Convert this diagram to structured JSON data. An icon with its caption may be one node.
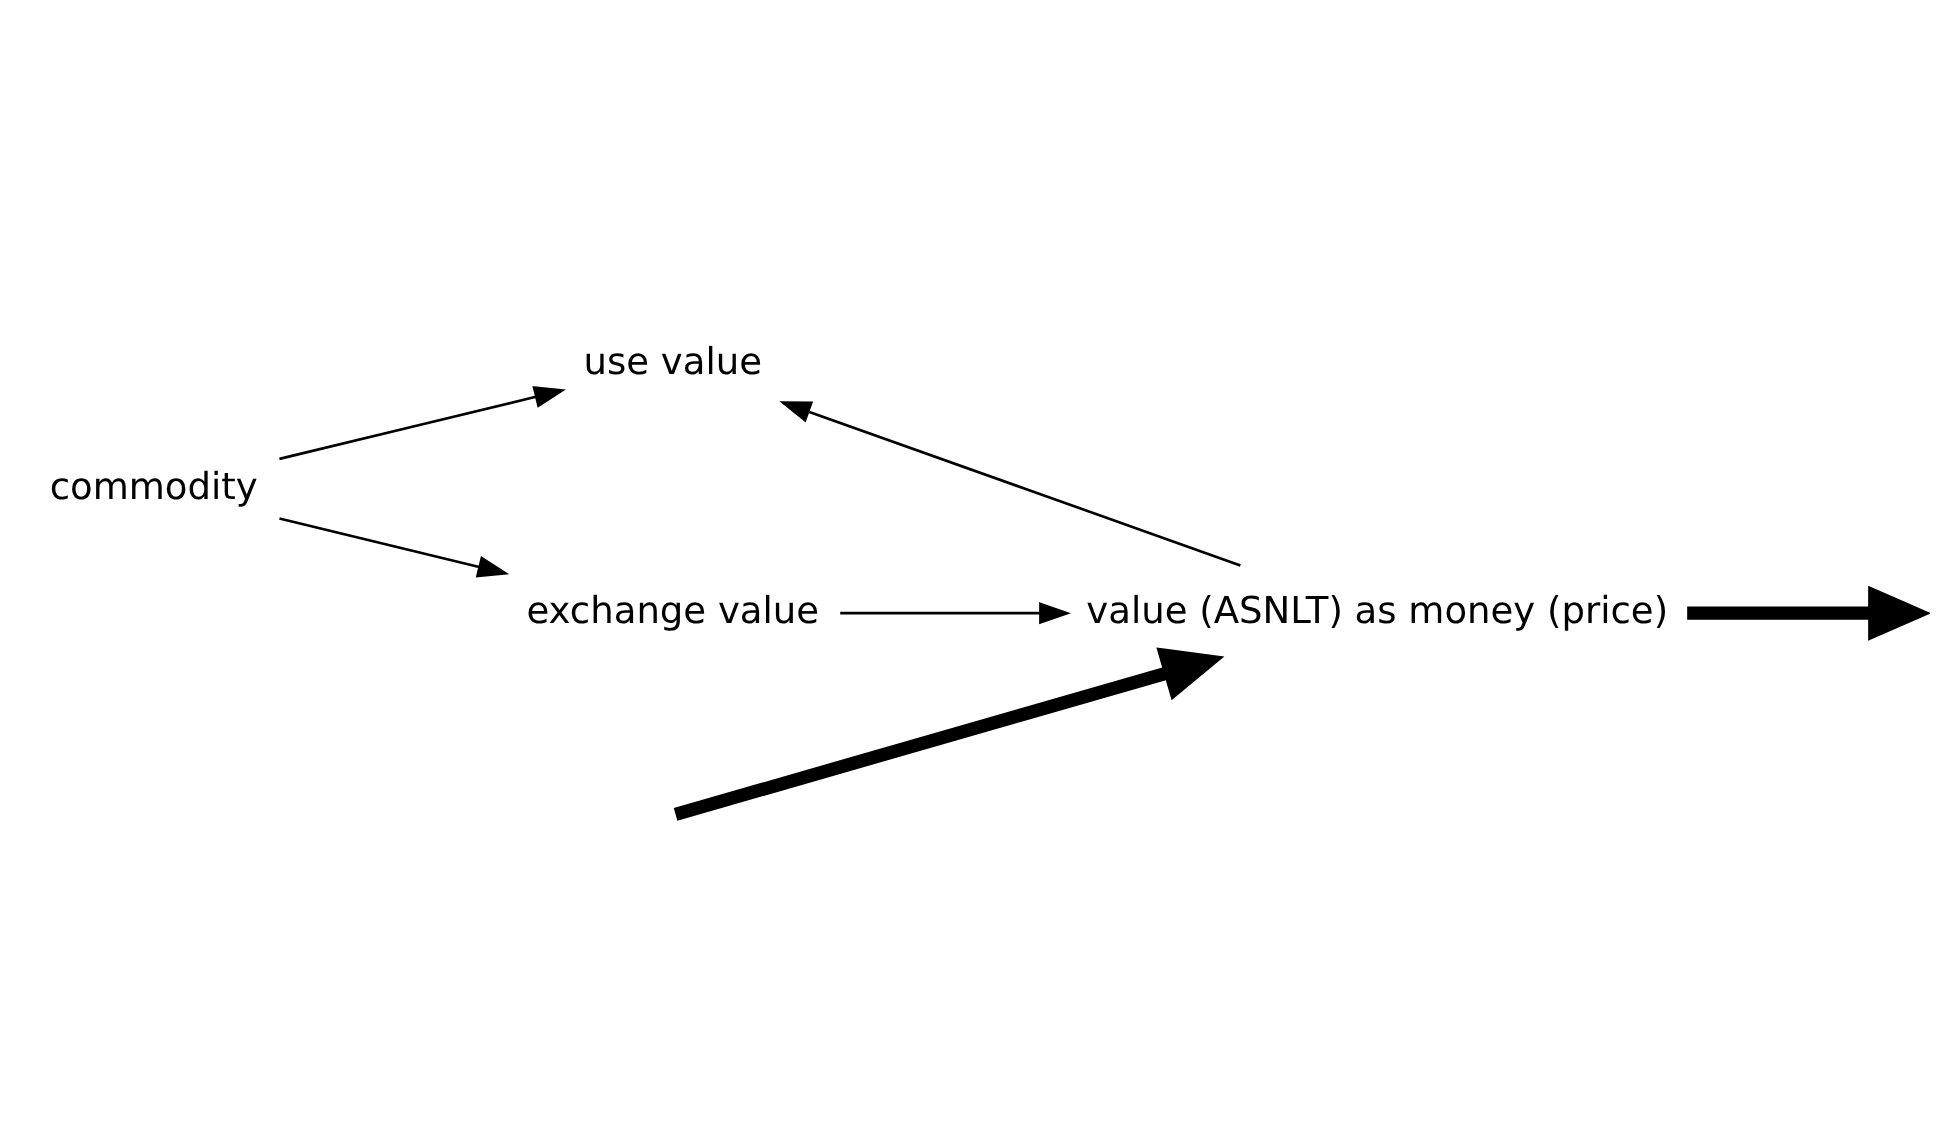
{
  "diagram": {
    "nodes": [
      {
        "text": [
          "commodity"
        ]
      },
      {
        "text": [
          "use value"
        ]
      },
      {
        "text": [
          "exchange value"
        ]
      },
      {
        "text": [
          "value (ASNLT) as money (price)"
        ]
      }
    ],
    "edges": [
      {
        "from": 0,
        "to": 1,
        "arrow": "to"
      },
      {
        "from": 0,
        "to": 2,
        "arrow": "to"
      },
      {
        "from": 2,
        "to": 3,
        "arrow": "to"
      },
      {
        "from": 3,
        "to": 1,
        "arrow": "to"
      },
      {
        "from": null,
        "to": 3,
        "arrow": "to",
        "style": "thick"
      },
      {
        "from": 3,
        "to": null,
        "arrow": "to",
        "style": "thick"
      }
    ]
  }
}
